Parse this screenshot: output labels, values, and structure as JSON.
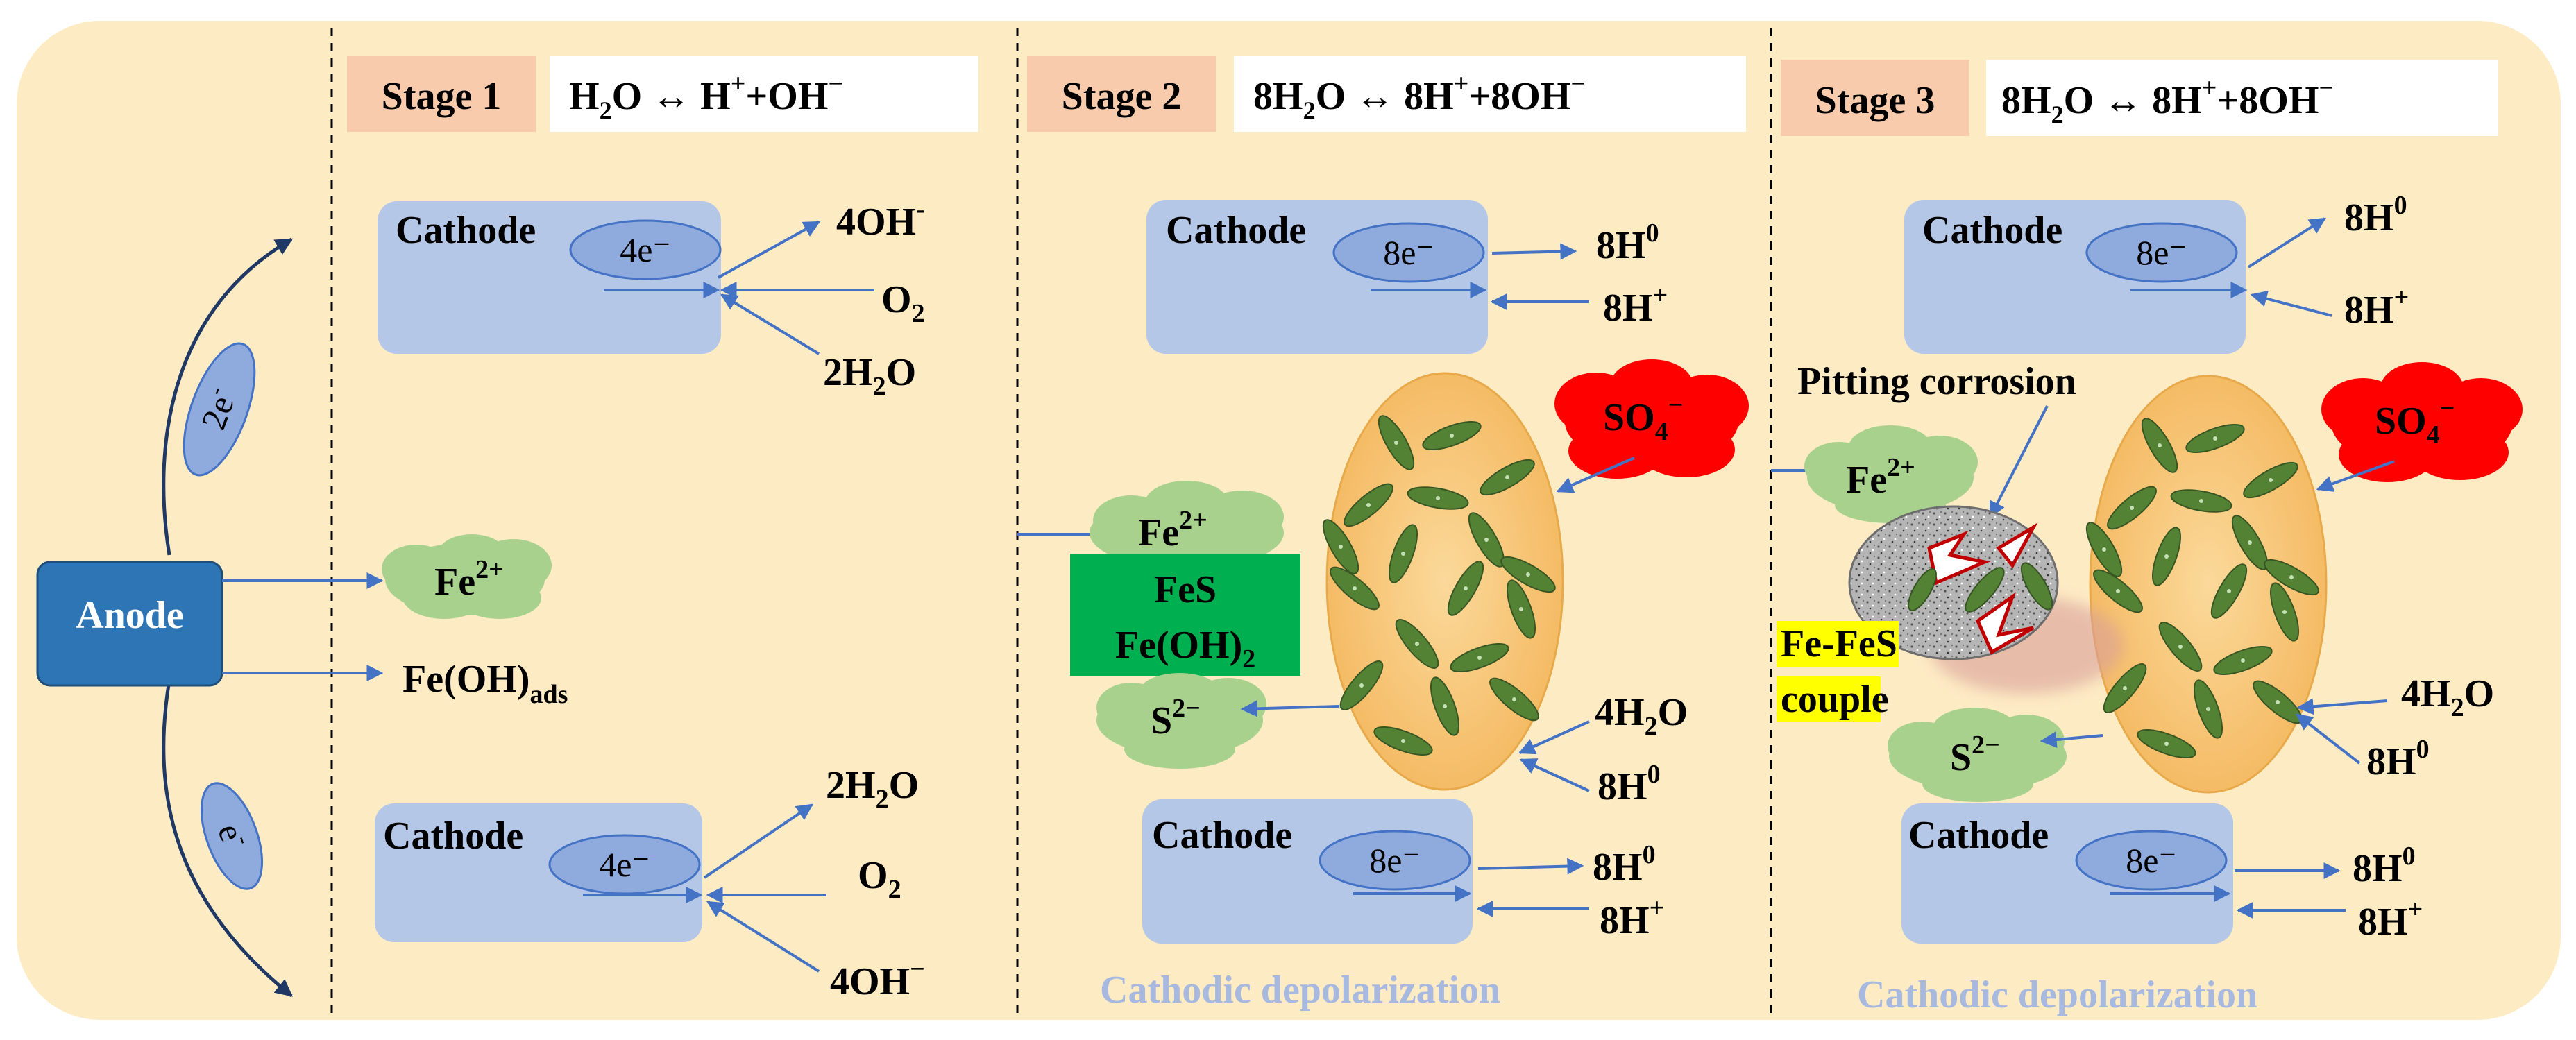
{
  "anode": {
    "label": "Anode"
  },
  "electron_labels": {
    "upper": "2e",
    "lower": "e",
    "superscript": "-"
  },
  "stages": [
    {
      "tag": "Stage 1",
      "reaction": {
        "pre": "H",
        "sub1": "2",
        "mid": "O ↔ H",
        "sup1": "+",
        "post": "+OH",
        "sup2": "−"
      },
      "cathode_top": {
        "label": "Cathode",
        "electrons": "4e⁻",
        "out1": "4OH",
        "out1_sup": "-",
        "out2": "O",
        "out2_sub": "2",
        "out3": "2H",
        "out3_sub": "2",
        "out3_tail": "O"
      },
      "anode_products": {
        "fe": "Fe",
        "fe_sup": "2+",
        "feoh": "Fe(OH)",
        "feoh_sub": "ads"
      },
      "cathode_bottom": {
        "label": "Cathode",
        "electrons": "4e⁻",
        "out1": "2H",
        "out1_sub": "2",
        "out1_tail": "O",
        "out2": "O",
        "out2_sub": "2",
        "out3": "4OH",
        "out3_sup": "−"
      }
    },
    {
      "tag": "Stage 2",
      "reaction": {
        "pre": "8H",
        "sub1": "2",
        "mid": "O ↔ 8H",
        "sup1": "+",
        "post": "+8OH",
        "sup2": "−"
      },
      "cathode_top": {
        "label": "Cathode",
        "electrons": "8e⁻",
        "out1": "8H",
        "out1_sup": "0",
        "out2": "8H",
        "out2_sup": "+"
      },
      "sulfate": {
        "base": "SO",
        "sub": "4",
        "sup": "−"
      },
      "fe": {
        "base": "Fe",
        "sup": "2+"
      },
      "fes_box": {
        "line1": "FeS",
        "line2": "Fe(OH)",
        "line2_sub": "2"
      },
      "sulfide": {
        "base": "S",
        "sup": "2−"
      },
      "bacteria_out": {
        "l1": "4H",
        "l1_sub": "2",
        "l1_tail": "O",
        "l2": "8H",
        "l2_sup": "0"
      },
      "cathode_bottom": {
        "label": "Cathode",
        "electrons": "8e⁻",
        "out1": "8H",
        "out1_sup": "0",
        "out2": "8H",
        "out2_sup": "+"
      },
      "footer": "Cathodic depolarization"
    },
    {
      "tag": "Stage 3",
      "reaction": {
        "pre": "8H",
        "sub1": "2",
        "mid": "O ↔ 8H",
        "sup1": "+",
        "post": "+8OH",
        "sup2": "−"
      },
      "cathode_top": {
        "label": "Cathode",
        "electrons": "8e⁻",
        "out1": "8H",
        "out1_sup": "0",
        "out2": "8H",
        "out2_sup": "+"
      },
      "pitting": "Pitting corrosion",
      "sulfate": {
        "base": "SO",
        "sub": "4",
        "sup": "−"
      },
      "fe": {
        "base": "Fe",
        "sup": "2+"
      },
      "couple": {
        "line1": "Fe-FeS",
        "line2": "couple"
      },
      "sulfide": {
        "base": "S",
        "sup": "2−"
      },
      "bacteria_out": {
        "l1": "4H",
        "l1_sub": "2",
        "l1_tail": "O",
        "l2": "8H",
        "l2_sup": "0"
      },
      "cathode_bottom": {
        "label": "Cathode",
        "electrons": "8e⁻",
        "out1": "8H",
        "out1_sup": "0",
        "out2": "8H",
        "out2_sup": "+"
      },
      "footer": "Cathodic depolarization"
    }
  ],
  "colors": {
    "background": "#fdebc4",
    "cathode": "#b4c7e7",
    "anode": "#2e75b6",
    "stage_tag": "#f8cbad",
    "cloud_green": "#a9d18e",
    "fes_box": "#00b050",
    "sulfate_red": "#ff0000",
    "couple_yellow": "#ffff00",
    "arrow": "#4472c4",
    "bacteria": "#538135",
    "cell_fill": "#f7c77b"
  }
}
